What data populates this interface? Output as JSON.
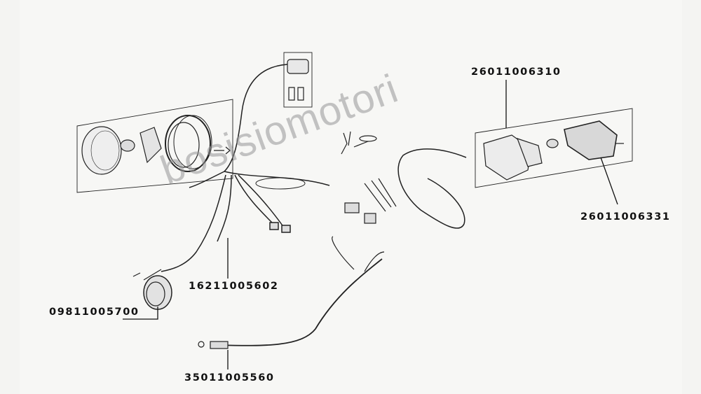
{
  "watermark": "bosisiomotori",
  "parts": [
    {
      "id": "tail-light-assembly",
      "number": "26011006310"
    },
    {
      "id": "tail-light-lens",
      "number": "26011006331"
    },
    {
      "id": "wiring-harness",
      "number": "16211005602"
    },
    {
      "id": "horn",
      "number": "09811005700"
    },
    {
      "id": "speedometer-cable",
      "number": "35011005560"
    }
  ]
}
